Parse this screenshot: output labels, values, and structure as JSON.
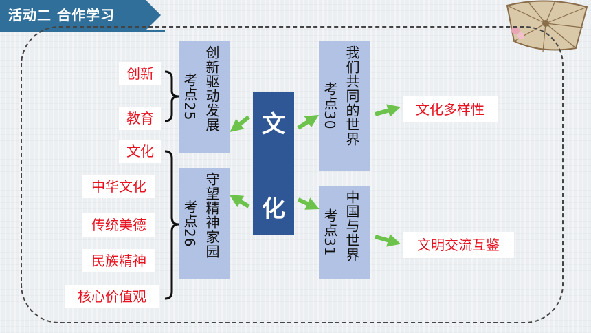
{
  "header": {
    "title": "活动二  合作学习"
  },
  "center": {
    "chars": [
      "文",
      "化"
    ]
  },
  "left_groups": [
    {
      "title": "创新驱动发展",
      "point": "考点25",
      "terms": [
        "创新",
        "教育"
      ]
    },
    {
      "title": "守望精神家园",
      "point": "考点26",
      "terms": [
        "文化",
        "中华文化",
        "传统美德",
        "民族精神",
        "核心价值观"
      ]
    }
  ],
  "right_groups": [
    {
      "title": "我们共同的世界",
      "point": "考点30",
      "result": "文化多样性"
    },
    {
      "title": "中国与世界",
      "point": "考点31",
      "result": "文明交流互鉴"
    }
  ],
  "colors": {
    "banner": "#2f6f99",
    "center": "#2f5796",
    "box": "#b2c2e4",
    "term": "#e8111f",
    "arrow": "#6cc24a"
  }
}
